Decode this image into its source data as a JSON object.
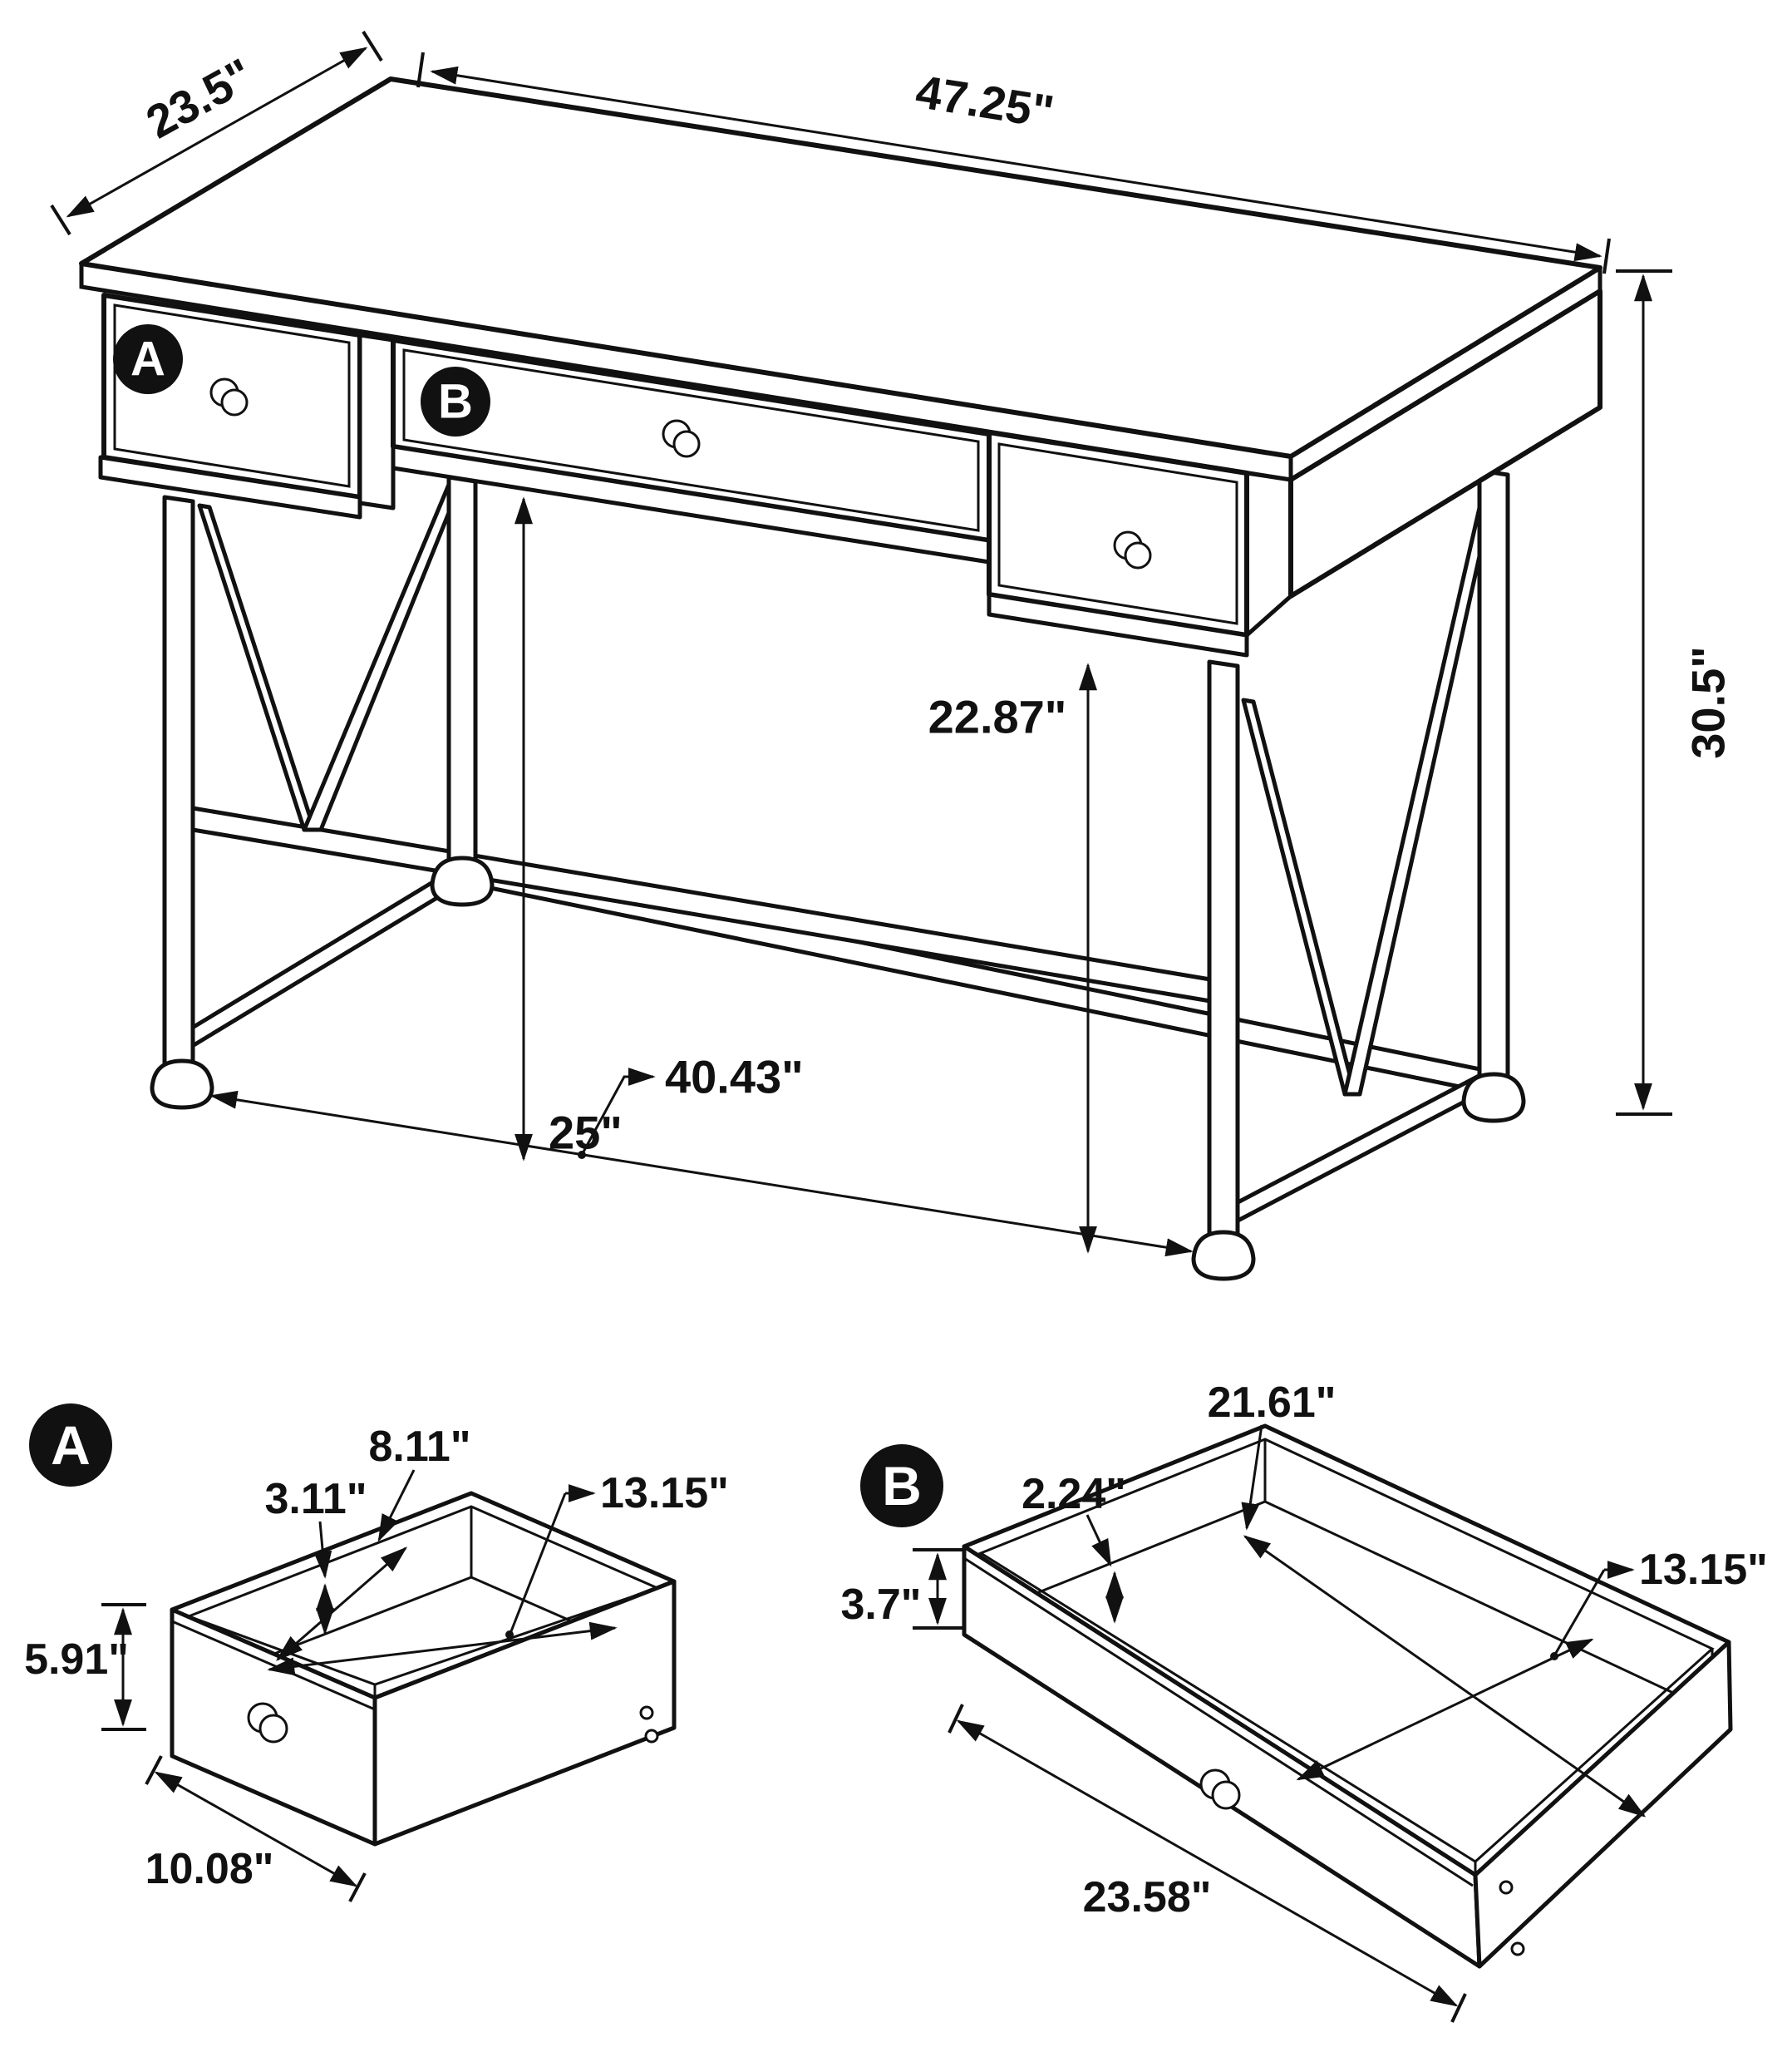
{
  "diagram": {
    "title": "writing desk dimension diagram",
    "colors": {
      "ink": "#111111",
      "background": "#ffffff"
    },
    "main_view": {
      "badge_a": "A",
      "badge_b": "B",
      "top_width": "47.25\"",
      "top_depth": "23.5\"",
      "overall_height": "30.5\"",
      "drawer_bottom_to_floor": "22.87\"",
      "stretcher_span": "40.43\"",
      "knee_clearance": "25\""
    },
    "detail_a": {
      "badge": "A",
      "inner_back_width": "8.11\"",
      "inner_height": "3.11\"",
      "inner_depth": "13.15\"",
      "front_height": "5.91\"",
      "front_width": "10.08\""
    },
    "detail_b": {
      "badge": "B",
      "inner_width": "21.61\"",
      "inner_height": "2.24\"",
      "inner_depth": "13.15\"",
      "front_height": "3.7\"",
      "front_width": "23.58\""
    }
  }
}
